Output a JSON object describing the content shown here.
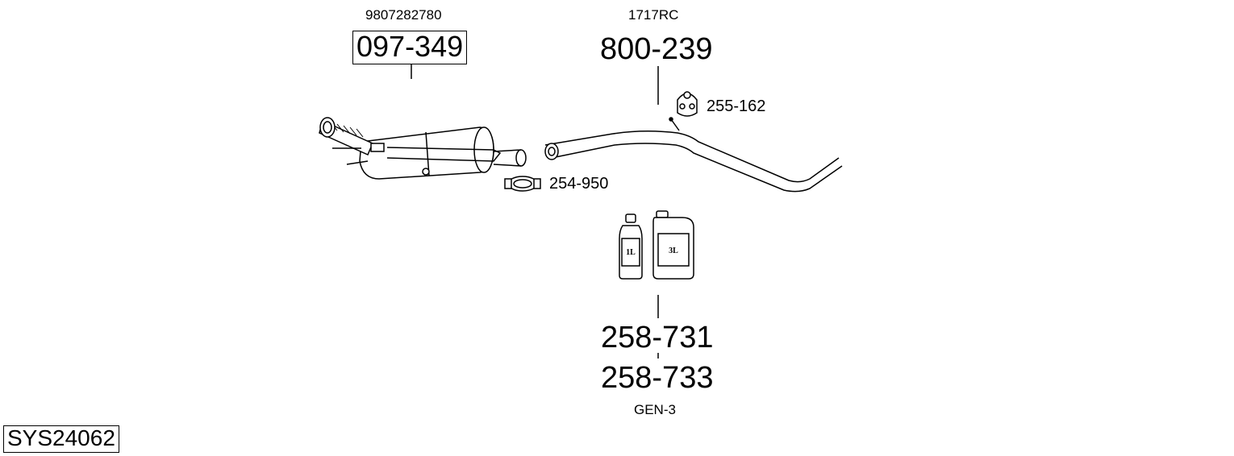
{
  "system_code": "SYS24062",
  "parts": {
    "catalyst": {
      "oem": "9807282780",
      "number": "097-349"
    },
    "pipe": {
      "oem": "1717RC",
      "number": "800-239"
    },
    "rubber_mount": {
      "number": "255-162"
    },
    "clamp": {
      "number": "254-950"
    },
    "fluid_1l": {
      "number": "258-731",
      "bottle_label": "1L"
    },
    "fluid_3l": {
      "number": "258-733",
      "bottle_label": "3L"
    },
    "fluid_note": "GEN-3"
  },
  "icons": [
    "catalyst-dpf-icon",
    "front-pipe-icon",
    "rubber-mount-icon",
    "clamp-icon",
    "bottle-1l-icon",
    "canister-3l-icon"
  ]
}
